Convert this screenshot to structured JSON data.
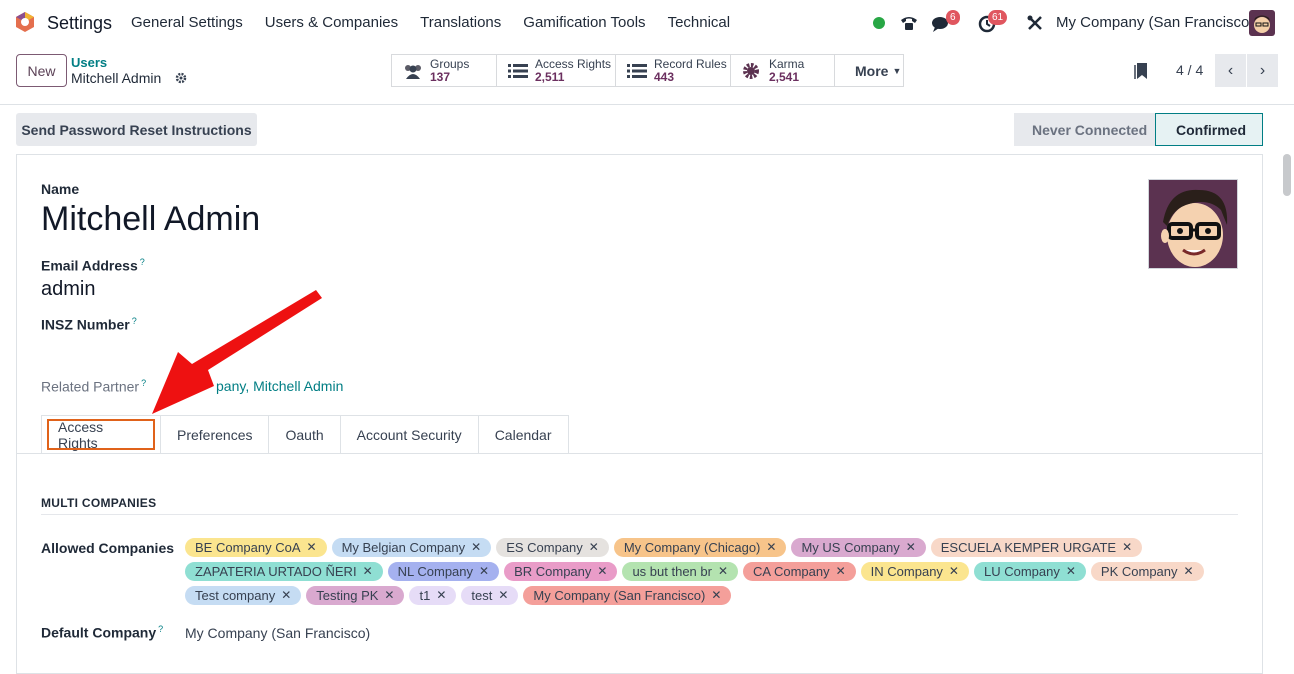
{
  "navbar": {
    "app_name": "Settings",
    "menu": [
      "General Settings",
      "Users & Companies",
      "Translations",
      "Gamification Tools",
      "Technical"
    ],
    "messages_badge": "6",
    "activities_badge": "61",
    "company": "My Company (San Francisco)"
  },
  "breadcrumb": {
    "new_label": "New",
    "parent": "Users",
    "current": "Mitchell Admin"
  },
  "smart_buttons": [
    {
      "label": "Groups",
      "value": "137",
      "icon": "users-icon"
    },
    {
      "label": "Access Rights",
      "value": "2,511",
      "icon": "list-icon"
    },
    {
      "label": "Record Rules",
      "value": "443",
      "icon": "list-icon"
    },
    {
      "label": "Karma",
      "value": "2,541",
      "icon": "gear-badge-icon"
    }
  ],
  "more_label": "More",
  "pager": {
    "text": "4 / 4"
  },
  "actions": {
    "reset_label": "Send Password Reset Instructions"
  },
  "status": {
    "never": "Never Connected",
    "confirmed": "Confirmed"
  },
  "form": {
    "name_label": "Name",
    "name_value": "Mitchell Admin",
    "email_label": "Email Address",
    "email_value": "admin",
    "insz_label": "INSZ Number",
    "partner_label": "Related Partner",
    "partner_value_visible": "pany, Mitchell Admin"
  },
  "tabs": [
    "Access Rights",
    "Preferences",
    "Oauth",
    "Account Security",
    "Calendar"
  ],
  "access": {
    "section_title": "MULTI COMPANIES",
    "allowed_label": "Allowed Companies",
    "default_label": "Default Company",
    "default_value": "My Company (San Francisco)",
    "companies": [
      {
        "name": "BE Company CoA",
        "color": "#fbe58f"
      },
      {
        "name": "My Belgian Company",
        "color": "#c5dcf3"
      },
      {
        "name": "ES Company",
        "color": "#e5e2df"
      },
      {
        "name": "My Company (Chicago)",
        "color": "#f7c48a"
      },
      {
        "name": "My US Company",
        "color": "#d9a9cf"
      },
      {
        "name": "ESCUELA KEMPER URGATE",
        "color": "#f8d8c8"
      },
      {
        "name": "ZAPATERIA URTADO ÑERI",
        "color": "#8fdfd3"
      },
      {
        "name": "NL Company",
        "color": "#a5b1ef"
      },
      {
        "name": "BR Company",
        "color": "#e99cc8"
      },
      {
        "name": "us but then br",
        "color": "#b4e3b0"
      },
      {
        "name": "CA Company",
        "color": "#f49f9a"
      },
      {
        "name": "IN Company",
        "color": "#fbe58f"
      },
      {
        "name": "LU Company",
        "color": "#8fdfd3"
      },
      {
        "name": "PK Company",
        "color": "#f8d8c8"
      },
      {
        "name": "Test company",
        "color": "#c5dcf3"
      },
      {
        "name": "Testing PK",
        "color": "#d9a9cf"
      },
      {
        "name": "t1",
        "color": "#e6dcf7"
      },
      {
        "name": "test",
        "color": "#e6dcf7"
      },
      {
        "name": "My Company (San Francisco)",
        "color": "#f49f9a"
      }
    ]
  }
}
